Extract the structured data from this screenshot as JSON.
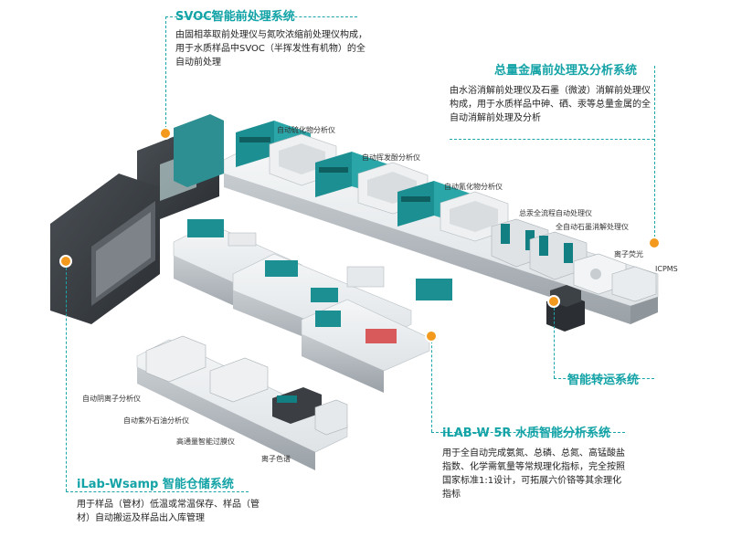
{
  "systems": {
    "svoc": {
      "title": "SVOC智能前处理系统",
      "desc": "由固相萃取前处理仪与氮吹浓缩前处理仪构成，用于水质样品中SVOC（半挥发性有机物）的全自动前处理"
    },
    "metal": {
      "title": "总量金属前处理及分析系统",
      "desc": "由水浴消解前处理仪及石墨（微波）消解前处理仪构成，用于水质样品中砷、硒、汞等总量金属的全自动消解前处理及分析"
    },
    "transport": {
      "title": "智能转运系统"
    },
    "ilabw": {
      "title": "iLAB-W 5R 水质智能分析系统",
      "desc": "用于全自动完成氨氮、总磷、总氮、高锰酸盐指数、化学需氧量等常规理化指标，完全按照国家标准1:1设计，可拓展六价铬等其余理化指标"
    },
    "wsamp": {
      "title": "iLab-Wsamp 智能仓储系统",
      "desc": "用于样品（管材）低温或常温保存、样品（管材）自动搬运及样品出入库管理"
    }
  },
  "instruments": {
    "sulfide": "自动硫化物分析仪",
    "phenol": "自动挥发酚分析仪",
    "cyanide": "自动氰化物分析仪",
    "mercury": "总汞全流程自动处理仪",
    "graphite": "全自动石墨消解处理仪",
    "af": "离子荧光",
    "icpms": "ICPMS",
    "anion": "自动阴离子分析仪",
    "uv_oil": "自动紫外石油分析仪",
    "filter": "高通量智能过膜仪",
    "ic": "离子色谱"
  },
  "colors": {
    "accent": "#14a3a6",
    "marker": "#f39a1e",
    "dark_cabinet": "#3b3f44",
    "teal_module": "#127f82"
  }
}
